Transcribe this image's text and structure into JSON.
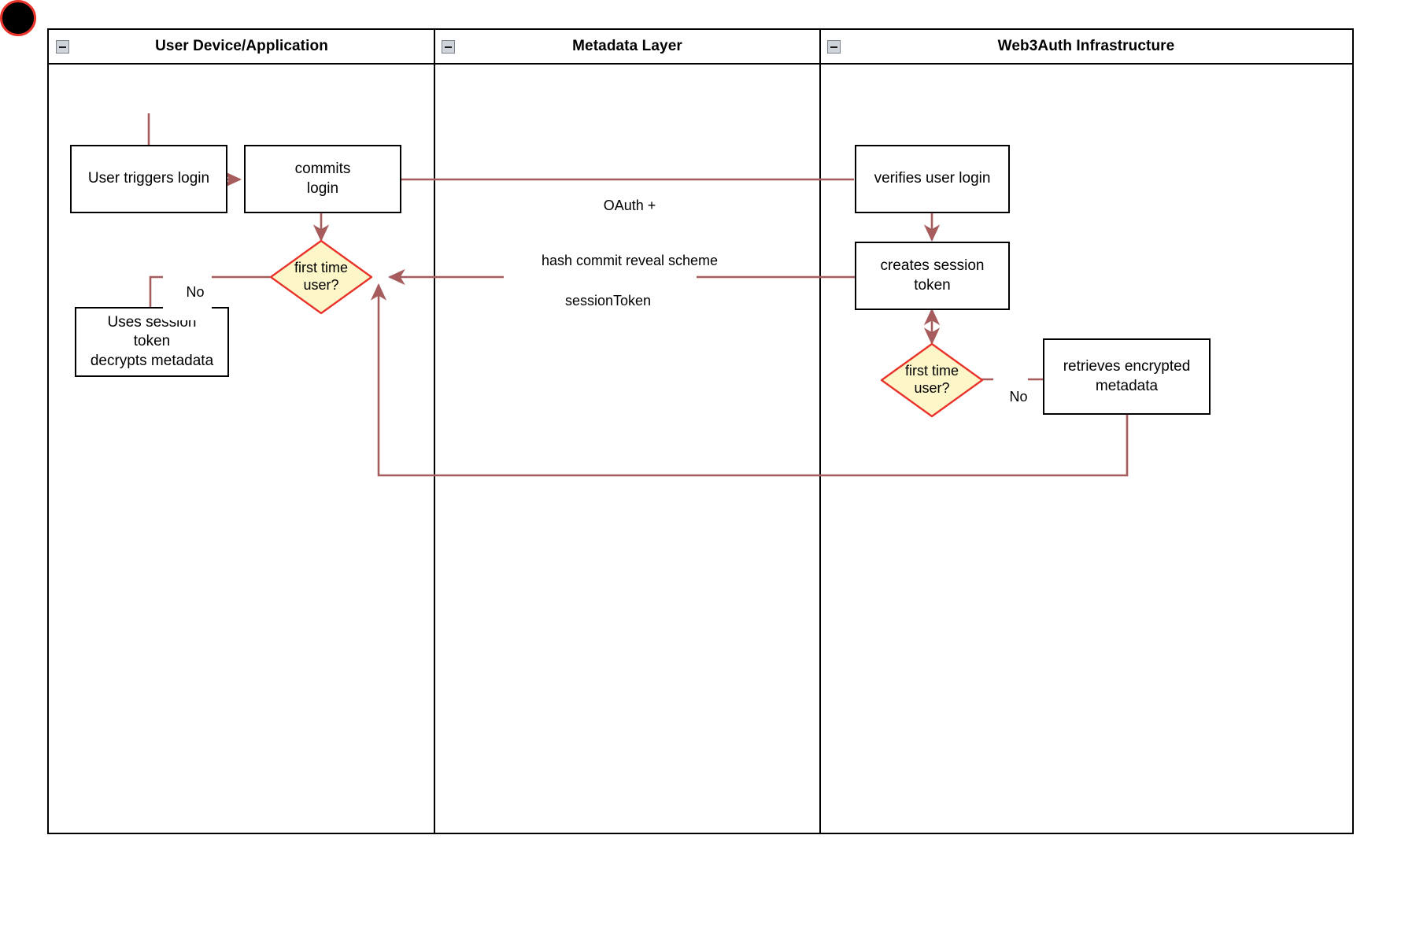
{
  "diagram": {
    "type": "swimlane-activity-diagram",
    "lanes": [
      {
        "id": "user-device",
        "title": "User Device/Application",
        "collapse_icon": "minus-icon"
      },
      {
        "id": "metadata-layer",
        "title": "Metadata Layer",
        "collapse_icon": "minus-icon"
      },
      {
        "id": "web3auth",
        "title": "Web3Auth Infrastructure",
        "collapse_icon": "minus-icon"
      }
    ],
    "nodes": {
      "start": {
        "kind": "start-node",
        "label": ""
      },
      "user_triggers_login": {
        "kind": "activity",
        "label": "User triggers login"
      },
      "commits_login": {
        "kind": "activity",
        "label": "commits\nlogin",
        "line1": "commits",
        "line2": "login"
      },
      "first_time_user_left": {
        "kind": "decision",
        "line1": "first time",
        "line2": "user?"
      },
      "uses_session_token": {
        "kind": "activity",
        "line1": "Uses session",
        "line2": "token",
        "line3": "decrypts metadata"
      },
      "verifies_user_login": {
        "kind": "activity",
        "label": "verifies user login"
      },
      "creates_session_token": {
        "kind": "activity",
        "line1": "creates session",
        "line2": "token"
      },
      "first_time_user_right": {
        "kind": "decision",
        "line1": "first time",
        "line2": "user?"
      },
      "retrieves_encrypted_metadata": {
        "kind": "activity",
        "line1": "retrieves encrypted",
        "line2": "metadata"
      }
    },
    "edge_labels": {
      "oauth_line1": "OAuth +",
      "oauth_line2": "hash commit reveal scheme",
      "session_token": "sessionToken",
      "no_left": "No",
      "no_right": "No"
    },
    "colors": {
      "connector": "#a65c5c",
      "decision_fill": "#fcf6c8",
      "decision_stroke": "#e8332a",
      "box_stroke": "#000000",
      "lane_header_bg": "#ffffff",
      "collapse_bg": "#cfd4da",
      "start_ring": "#e8332a"
    }
  }
}
